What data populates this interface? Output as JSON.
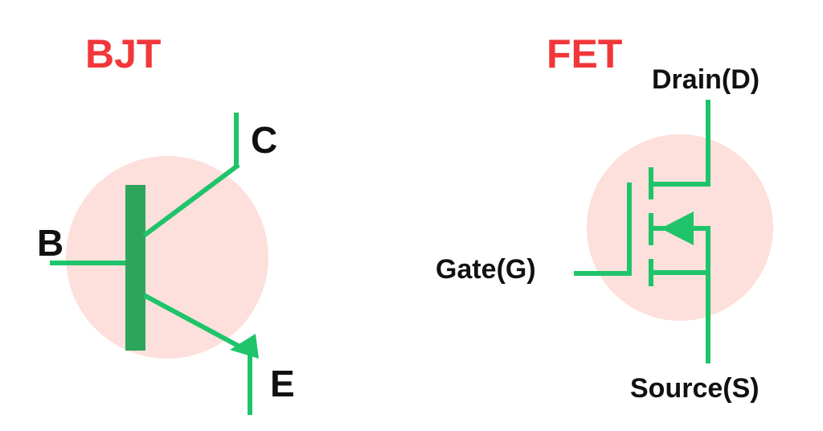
{
  "bjt": {
    "title": "BJT",
    "terminals": {
      "base": "B",
      "collector": "C",
      "emitter": "E"
    }
  },
  "fet": {
    "title": "FET",
    "terminals": {
      "drain": "Drain(D)",
      "gate": "Gate(G)",
      "source": "Source(S)"
    }
  },
  "colors": {
    "title": "#f2373a",
    "wire": "#1fc46a",
    "bjt_base_bar": "#2ea55c",
    "halo": "#fde0dc",
    "label": "#111111"
  }
}
